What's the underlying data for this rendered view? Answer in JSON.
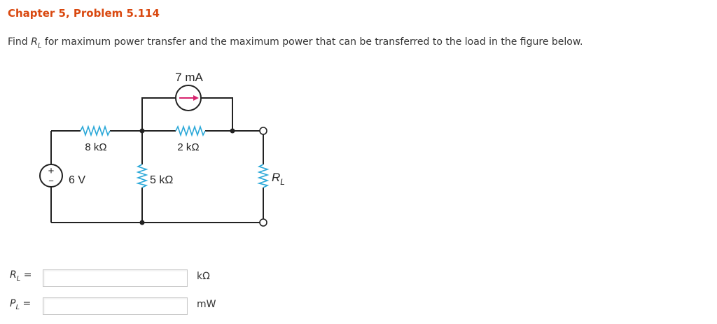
{
  "problem": {
    "title": "Chapter 5, Problem 5.114",
    "question_prefix": "Find ",
    "question_var": "R",
    "question_var_sub": "L",
    "question_suffix": " for maximum power transfer and the maximum power that can be transferred to the load in the figure below."
  },
  "circuit": {
    "current_source": "7 mA",
    "r1": "8 kΩ",
    "r2": "2 kΩ",
    "r3": "5 kΩ",
    "voltage_source": "6 V",
    "load_var": "R",
    "load_sub": "L",
    "source_plus": "+",
    "source_minus": "−"
  },
  "answers": [
    {
      "var": "R",
      "sub": "L",
      "eq": " =",
      "value": "",
      "unit": "kΩ"
    },
    {
      "var": "P",
      "sub": "L",
      "eq": " =",
      "value": "",
      "unit": "mW"
    }
  ]
}
